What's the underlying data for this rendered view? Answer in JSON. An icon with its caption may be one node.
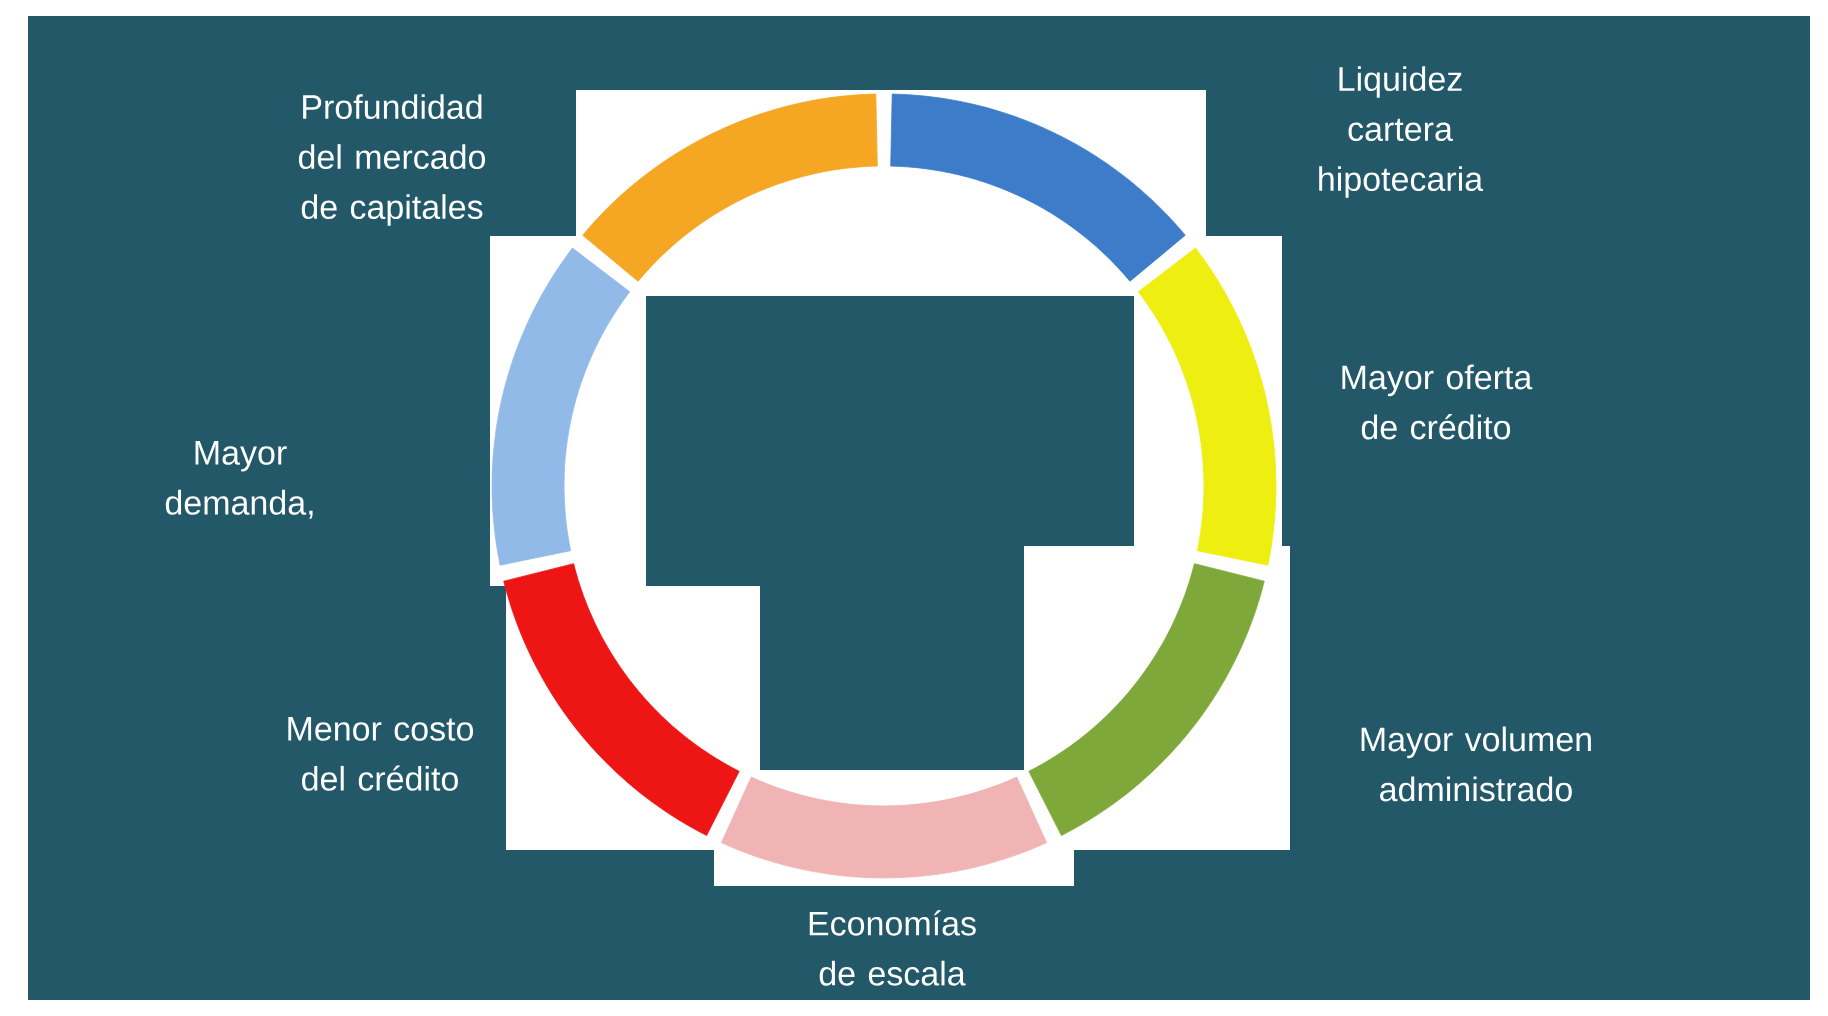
{
  "diagram": {
    "nodes": [
      {
        "text": [],
        "shape": "arc"
      },
      {
        "text": [],
        "shape": "arc"
      },
      {
        "text": [],
        "shape": "arc"
      },
      {
        "text": [],
        "shape": "arc"
      },
      {
        "text": [],
        "shape": "arc"
      },
      {
        "text": [],
        "shape": "arc"
      },
      {
        "text": [],
        "shape": "arc"
      }
    ],
    "labels": [
      "Profundidad del mercado de capitales",
      "Liquidez cartera hipotecaria",
      "Mayor oferta de crédito",
      "Mayor demanda,",
      "Menor costo del crédito",
      "Mayor volumen administrado",
      "Economías de escala"
    ]
  }
}
